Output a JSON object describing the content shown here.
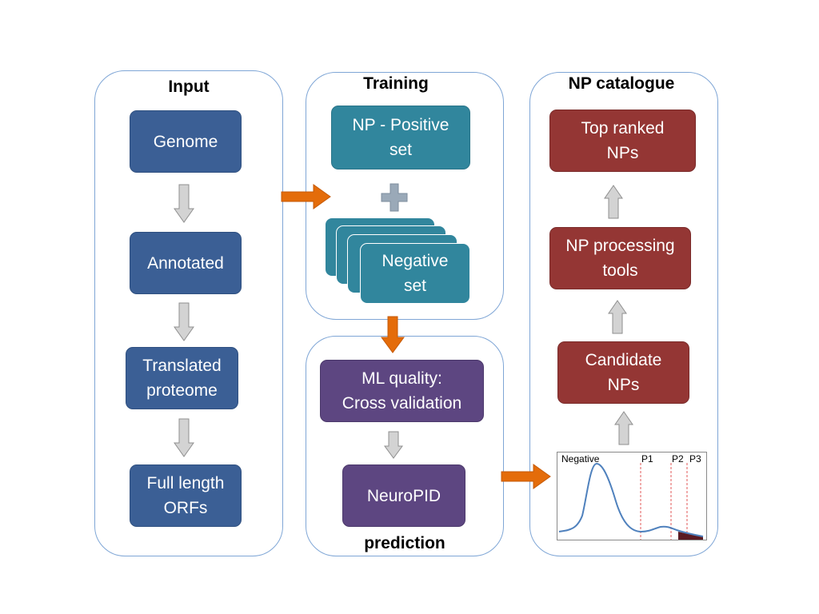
{
  "panels": {
    "input": {
      "title": "Input",
      "boxes": [
        "Genome",
        "Annotated",
        "Translated\nproteome",
        "Full length\nORFs"
      ]
    },
    "training": {
      "title": "Training",
      "positive": "NP - Positive\nset",
      "negative": "Negative\nset"
    },
    "prediction": {
      "title": "prediction",
      "boxes": [
        "ML quality:\nCross validation",
        "NeuroPID"
      ]
    },
    "catalogue": {
      "title": "NP catalogue",
      "boxes": [
        "Top ranked\nNPs",
        "NP processing\ntools",
        "Candidate\nNPs"
      ]
    }
  },
  "chart_labels": [
    "Negative",
    "P1",
    "P2",
    "P3"
  ],
  "colors": {
    "border": "#7fa6d6",
    "blue": "#3b5f95",
    "teal": "#31869d",
    "purple": "#5d4681",
    "red": "#943634",
    "orange_arrow": "#e46c0a",
    "gray_arrow": "#d0d0d0"
  }
}
